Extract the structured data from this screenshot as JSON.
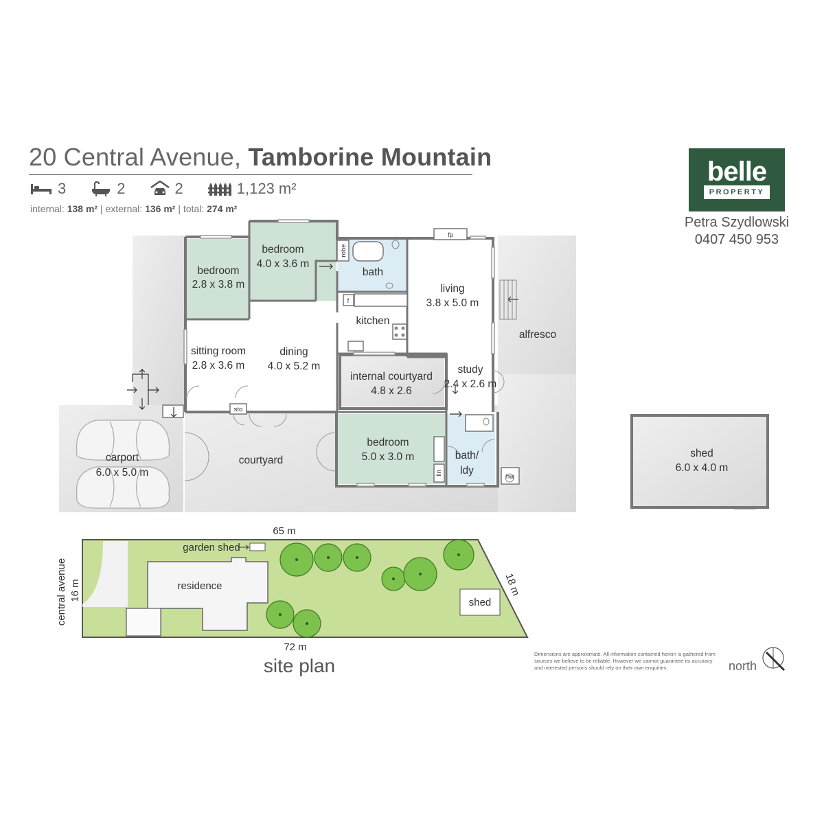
{
  "header": {
    "address_street": "20 Central Avenue,",
    "address_suburb": "Tamborine Mountain",
    "stats": {
      "bedrooms": "3",
      "bathrooms": "2",
      "car_spaces": "2",
      "land_area": "1,123 m²"
    },
    "areas": {
      "internal_label": "internal:",
      "internal_value": "138 m²",
      "external_label": "external:",
      "external_value": "136 m²",
      "total_label": "total:",
      "total_value": "274 m²",
      "separator": "|"
    }
  },
  "brand": {
    "logo_word": "belle",
    "logo_sub": "PROPERTY",
    "agent_name": "Petra Szydlowski",
    "agent_phone": "0407 450 953",
    "color": "#2f5a40"
  },
  "floor_plan": {
    "rooms": {
      "bedroom_left": {
        "name": "bedroom",
        "size": "2.8 x 3.8 m"
      },
      "bedroom_main": {
        "name": "bedroom",
        "size": "4.0 x 3.6 m"
      },
      "robe": "robe",
      "bath": "bath",
      "fp": "fp",
      "living": {
        "name": "living",
        "size": "3.8 x 5.0 m"
      },
      "fridge": "f",
      "kitchen": "kitchen",
      "alfresco": "alfresco",
      "sitting": {
        "name": "sitting room",
        "size": "2.8 x 3.6 m"
      },
      "dining": {
        "name": "dining",
        "size": "4.0 x 5.2 m"
      },
      "internal_courtyard": {
        "name": "internal courtyard",
        "size": "4.8 x 2.6"
      },
      "study": {
        "name": "study",
        "size": "2.4 x 2.6 m"
      },
      "sto": "sto",
      "carport": {
        "name": "carport",
        "size": "6.0 x 5.0 m"
      },
      "courtyard": "courtyard",
      "bedroom_bottom": {
        "name": "bedroom",
        "size": "5.0 x 3.0 m"
      },
      "bath_ldy": {
        "line1": "bath/",
        "line2": "ldy"
      },
      "lin": "lin",
      "hw": "hw",
      "shed": {
        "name": "shed",
        "size": "6.0 x 4.0 m"
      }
    },
    "colors": {
      "bedroom_fill": "#cfe2d6",
      "bath_fill": "#dcecf4",
      "outdoor_fill": "#e3e3e3",
      "wall": "#777777"
    }
  },
  "site_plan": {
    "title": "site plan",
    "top_dim": "65 m",
    "bottom_dim": "72 m",
    "right_dim": "18 m",
    "left_dim": "16 m",
    "street": "central avenue",
    "garden_shed": "garden shed",
    "residence": "residence",
    "shed": "shed",
    "lawn_color": "#c8df9a"
  },
  "footer": {
    "disclaimer": "Dimensions are approximate. All information contained herein is gathered from sources we believe to be reliable. However we cannot guarantee its accuracy and interested persons should rely on their own enquiries.",
    "north": "north"
  }
}
